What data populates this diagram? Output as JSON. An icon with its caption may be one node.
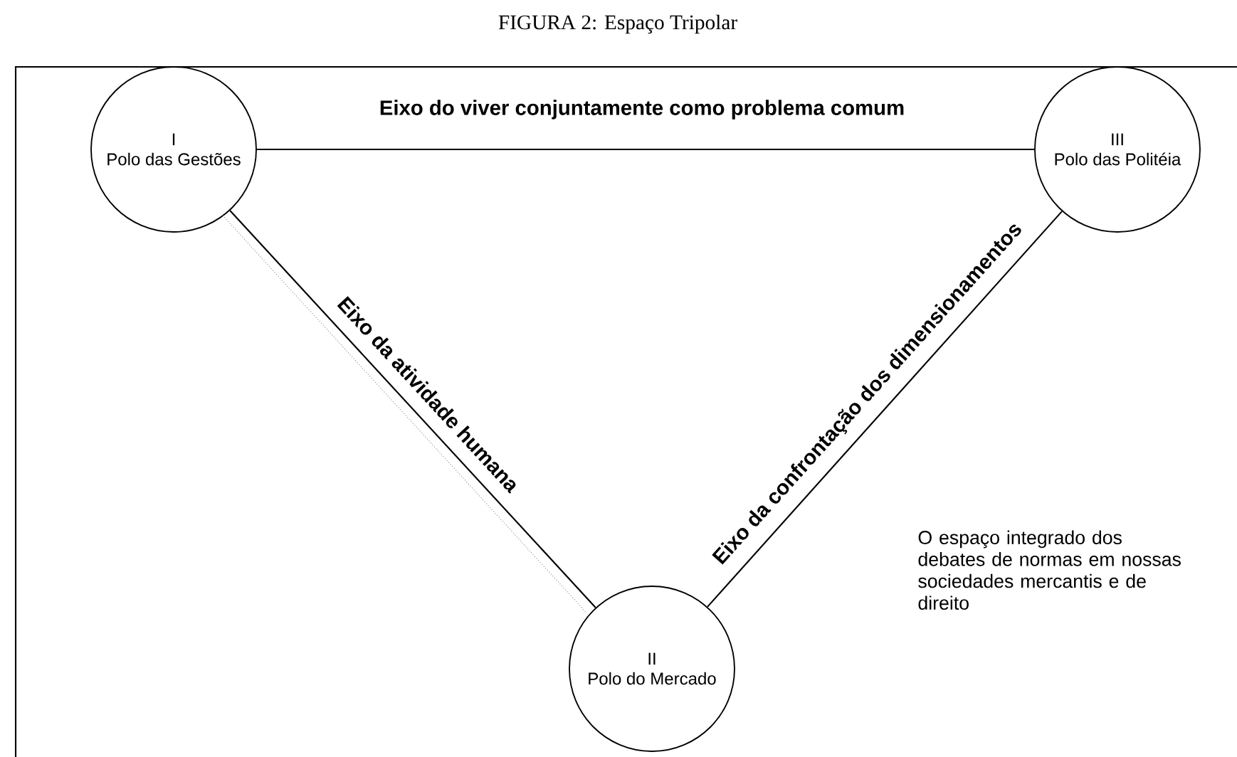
{
  "diagram": {
    "title": "FIGURA 2: Espaço Tripolar",
    "nodes": [
      {
        "text": [
          "I",
          "Polo das Gestões"
        ]
      },
      {
        "text": [
          "II",
          "Polo do Mercado"
        ]
      },
      {
        "text": [
          "III",
          "Polo das Politéia"
        ]
      }
    ],
    "edges": [
      {
        "from": 0,
        "to": 2,
        "arrow": "none",
        "label": "Eixo do viver conjuntamente como problema comum"
      },
      {
        "from": 0,
        "to": 1,
        "arrow": "none",
        "label": "Eixo da atividade humana"
      },
      {
        "from": 1,
        "to": 2,
        "arrow": "none",
        "label": "Eixo da confrontação dos dimensionamentos"
      },
      {
        "from": 0,
        "to": 1,
        "arrow": "none",
        "style": "dashed",
        "color": "#808080"
      }
    ],
    "labels": [
      "O espaço integrado dos debates de normas em nossas sociedades mercantis e de direito"
    ]
  }
}
